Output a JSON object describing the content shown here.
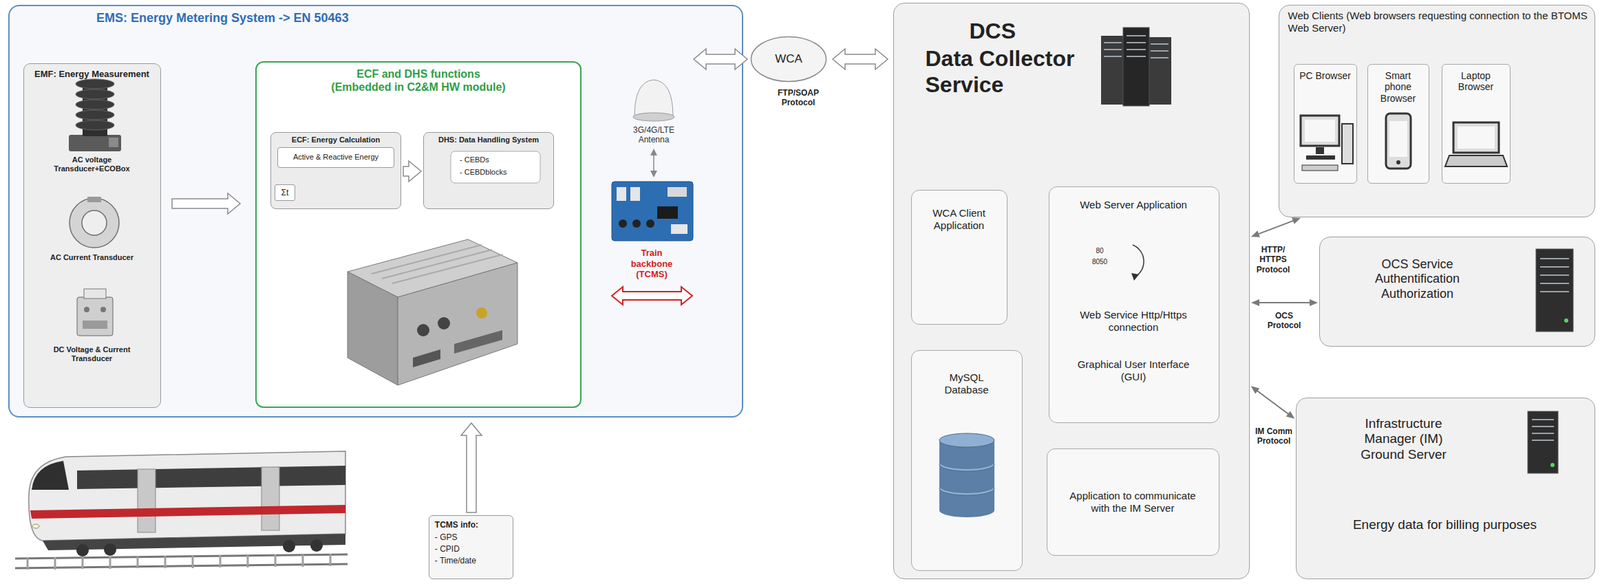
{
  "diagram": {
    "nodes": [
      {
        "text": [
          "EMS: Energy Metering System -> EN 50463"
        ]
      },
      {
        "text": [
          "EMF: Energy Measurement",
          "AC voltage Transducer+ECOBox",
          "AC Current Transducer",
          "DC Voltage & Current Transducer"
        ],
        "in": 0
      },
      {
        "text": [
          "ECF and DHS functions (Embedded in C2&M HW module)"
        ],
        "in": 0
      },
      {
        "text": [
          "ECF: Energy Calculation"
        ],
        "in": 2
      },
      {
        "text": [
          "Active & Reactive Energy"
        ],
        "in": 3
      },
      {
        "text": [
          "Σt"
        ],
        "in": 3
      },
      {
        "text": [
          "DHS: Data Handling System",
          "- CEBDs",
          "- CEBDblocks"
        ],
        "in": 2
      },
      {
        "text": [
          "WCA"
        ]
      },
      {
        "text": [
          "DCS",
          "Data Collector Service"
        ]
      },
      {
        "text": [
          "WCA Client Application"
        ],
        "in": 8
      },
      {
        "text": [
          "Web Server Application",
          "80",
          "8050",
          "Web Service Http/Https connection",
          "Graphical User Interface (GUI)"
        ],
        "in": 8
      },
      {
        "text": [
          "MySQL Database"
        ],
        "in": 8
      },
      {
        "text": [
          "Application to communicate with the IM Server"
        ],
        "in": 8
      },
      {
        "text": [
          "Web Clients (Web browsers requesting connection to the BTOMS Web Server)"
        ]
      },
      {
        "text": [
          "PC Browser"
        ],
        "in": 13
      },
      {
        "text": [
          "Smart phone Browser"
        ],
        "in": 13
      },
      {
        "text": [
          "Laptop Browser"
        ],
        "in": 13
      },
      {
        "text": [
          "OCS Service Authentification Authorization"
        ]
      },
      {
        "text": [
          "Infrastructure Manager (IM) Ground Server",
          "Energy data for billing purposes"
        ]
      },
      {
        "text": [
          "TCMS info:",
          "- GPS",
          "- CPID",
          "- Time/date"
        ]
      }
    ],
    "edges": [
      {
        "from": 1,
        "to": 2,
        "arrow": "to"
      },
      {
        "from": 3,
        "to": 6,
        "arrow": "to"
      },
      {
        "from": 0,
        "to": 7,
        "arrow": "both"
      },
      {
        "from": 7,
        "to": 8,
        "arrow": "both"
      },
      {
        "from": 8,
        "to": 13,
        "label": "HTTP/ HTTPS Protocol",
        "arrow": "both"
      },
      {
        "from": 8,
        "to": 17,
        "label": "OCS Protocol",
        "arrow": "both"
      },
      {
        "from": 8,
        "to": 18,
        "label": "IM Comm Protocol",
        "arrow": "both"
      },
      {
        "from": 19,
        "to": 0,
        "arrow": "to"
      }
    ],
    "labels": [
      "3G/4G/LTE Antenna",
      "Train backbone (TCMS)",
      "FTP/SOAP Protocol"
    ]
  }
}
